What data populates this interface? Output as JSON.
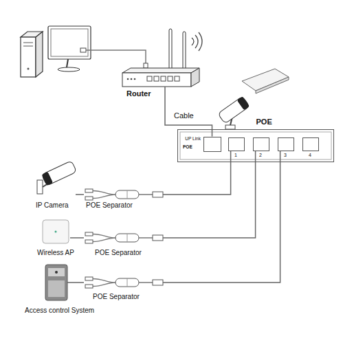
{
  "diagram": {
    "nodes": [
      {
        "text": [
          "Router"
        ]
      },
      {
        "text": [
          "POE"
        ]
      },
      {
        "text": [
          "UP Link"
        ],
        "in": 1
      },
      {
        "text": [
          "1"
        ],
        "in": 1
      },
      {
        "text": [
          "2"
        ],
        "in": 1
      },
      {
        "text": [
          "3"
        ],
        "in": 1
      },
      {
        "text": [
          "4"
        ],
        "in": 1
      },
      {
        "text": [
          "IP Camera"
        ]
      },
      {
        "text": [
          "POE Separator"
        ]
      },
      {
        "text": [
          "Wireless AP"
        ]
      },
      {
        "text": [
          "POE Separator"
        ]
      },
      {
        "text": [
          "Access control System"
        ]
      },
      {
        "text": [
          "POE Separator"
        ]
      }
    ],
    "edges": [
      {
        "from": 0,
        "to": 2,
        "label": "Cable",
        "arrow": "none"
      },
      {
        "from": 3,
        "to": 8,
        "arrow": "none"
      },
      {
        "from": 8,
        "to": 7,
        "arrow": "none"
      },
      {
        "from": 4,
        "to": 10,
        "arrow": "none"
      },
      {
        "from": 10,
        "to": 9,
        "arrow": "none"
      },
      {
        "from": 5,
        "to": 12,
        "arrow": "none"
      },
      {
        "from": 12,
        "to": 11,
        "arrow": "none"
      }
    ],
    "labels": [
      "POE"
    ]
  }
}
